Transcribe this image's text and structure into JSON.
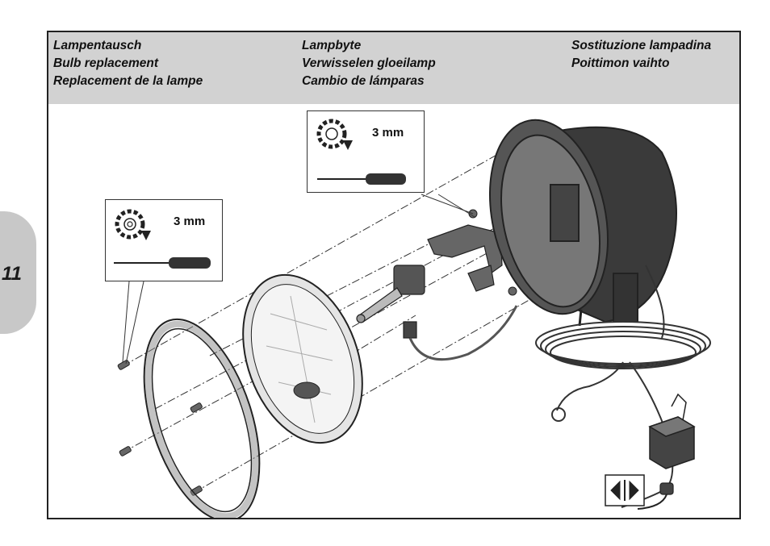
{
  "page": {
    "number": "11"
  },
  "header": {
    "col1": [
      "Lampentausch",
      "Bulb replacement",
      "Replacement de la lampe"
    ],
    "col2": [
      "Lampbyte",
      "Verwisselen gloeilamp",
      "Cambio de lámparas"
    ],
    "col3": [
      "Sostituzione lampadina",
      "Poittimon vaihto"
    ]
  },
  "callouts": {
    "top": {
      "label": "3 mm",
      "icon": "torx-screwdriver-icon"
    },
    "left": {
      "label": "3 mm",
      "icon": "hex-screwdriver-icon"
    }
  },
  "colors": {
    "header_bg": "#d2d2d2",
    "tab_bg": "#c8c8c8",
    "line": "#222222"
  }
}
